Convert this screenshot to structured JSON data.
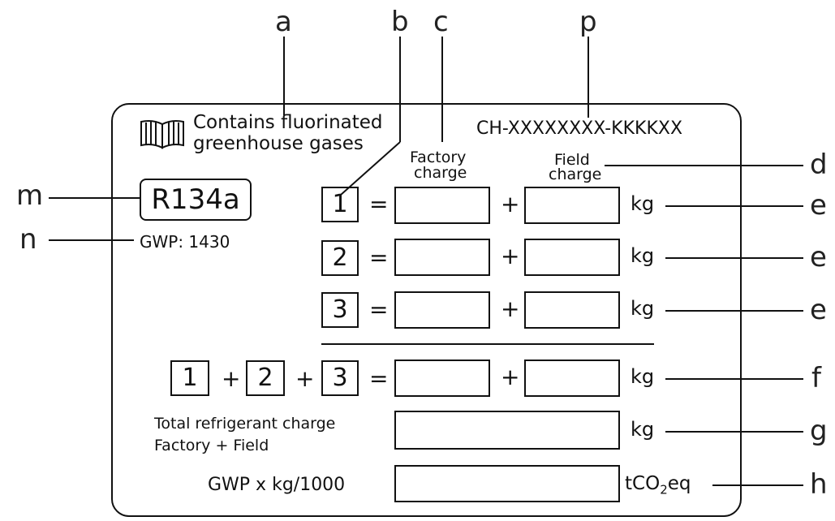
{
  "callouts": {
    "a": "a",
    "b": "b",
    "c": "c",
    "p": "p",
    "d": "d",
    "m": "m",
    "n": "n",
    "e1": "e",
    "e2": "e",
    "e3": "e",
    "f": "f",
    "g": "g",
    "h": "h"
  },
  "label": {
    "warning_line1": "Contains fluorinated",
    "warning_line2": "greenhouse gases",
    "serial": "CH-XXXXXXXX-KKKKXX",
    "refrigerant": "R134a",
    "gwp": "GWP: 1430",
    "factory_line1": "Factory",
    "factory_line2": "charge",
    "field_line1": "Field",
    "field_line2": "charge",
    "circuit_numbers": [
      "1",
      "2",
      "3"
    ],
    "equals": "=",
    "plus": "+",
    "unit_kg": "kg",
    "total_line1": "Total refrigerant charge",
    "total_line2": "Factory + Field",
    "gwp_formula": "GWP x kg/1000",
    "unit_co2_prefix": "tCO",
    "unit_co2_sub": "2",
    "unit_co2_suffix": "eq"
  },
  "icons": {
    "book": "open-book-icon"
  }
}
